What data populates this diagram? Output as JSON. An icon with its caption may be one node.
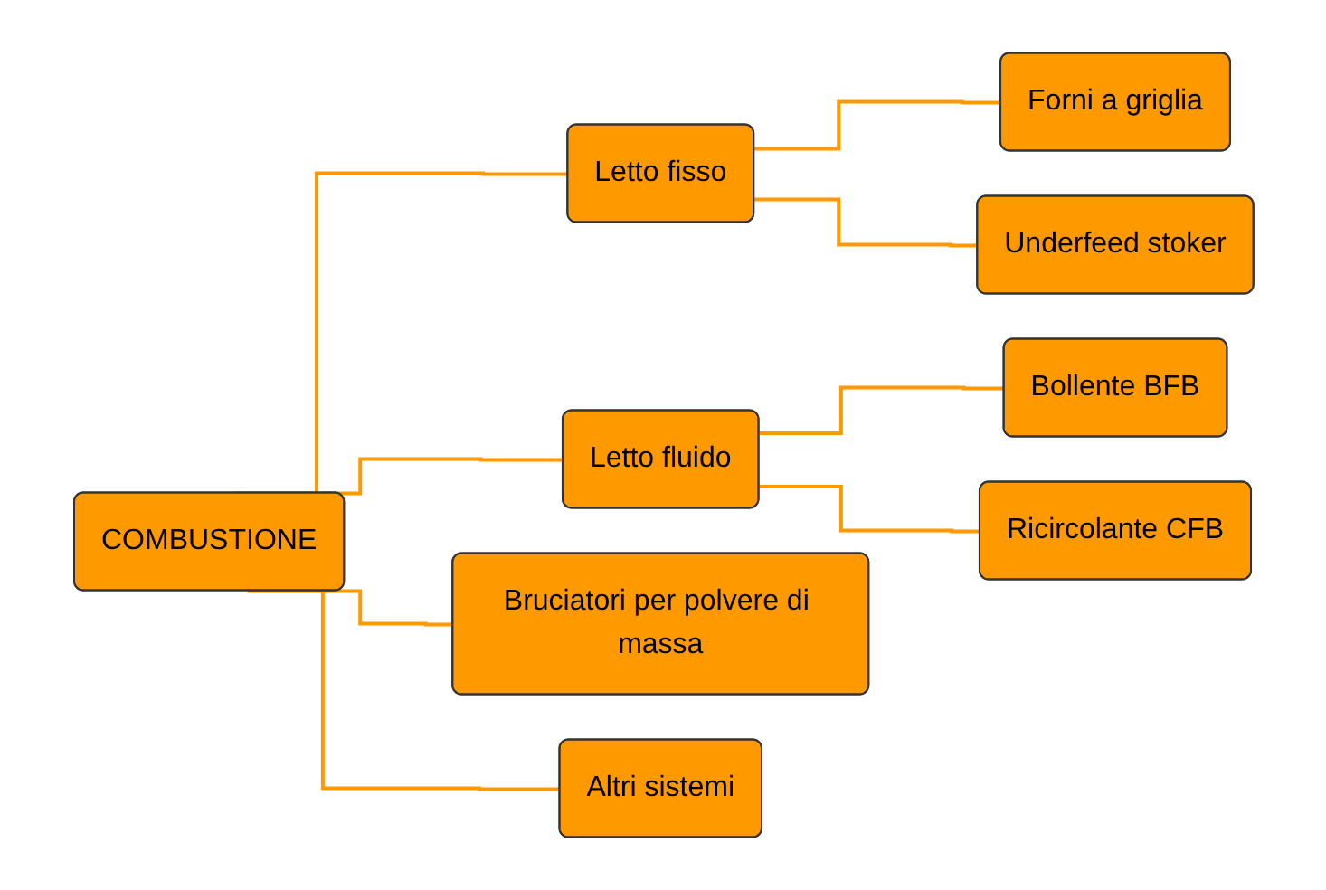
{
  "diagram": {
    "nodes": [
      {
        "text": [
          "COMBUSTIONE"
        ]
      },
      {
        "text": [
          "Letto fisso"
        ]
      },
      {
        "text": [
          "Forni a griglia"
        ]
      },
      {
        "text": [
          "Underfeed stoker"
        ]
      },
      {
        "text": [
          "Letto fluido"
        ]
      },
      {
        "text": [
          "Bollente BFB"
        ]
      },
      {
        "text": [
          "Ricircolante CFB"
        ]
      },
      {
        "text": [
          "Bruciatori per polvere di massa"
        ]
      },
      {
        "text": [
          "Altri sistemi"
        ]
      }
    ],
    "edges": [
      {
        "from": 0,
        "to": 1,
        "arrow": "none"
      },
      {
        "from": 1,
        "to": 2,
        "arrow": "none"
      },
      {
        "from": 1,
        "to": 3,
        "arrow": "none"
      },
      {
        "from": 0,
        "to": 4,
        "arrow": "none"
      },
      {
        "from": 4,
        "to": 5,
        "arrow": "none"
      },
      {
        "from": 4,
        "to": 6,
        "arrow": "none"
      },
      {
        "from": 0,
        "to": 7,
        "arrow": "none"
      },
      {
        "from": 0,
        "to": 8,
        "arrow": "none"
      }
    ]
  }
}
